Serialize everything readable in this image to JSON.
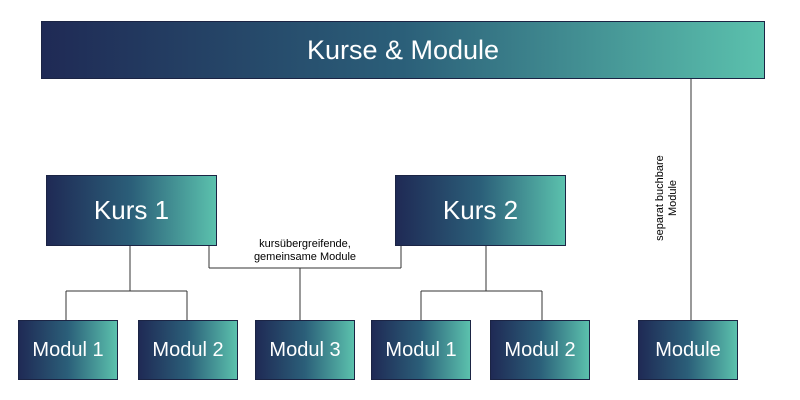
{
  "title": "Kurse & Module",
  "courses": [
    {
      "label": "Kurs 1"
    },
    {
      "label": "Kurs 2"
    }
  ],
  "modules": [
    {
      "label": "Modul 1"
    },
    {
      "label": "Modul 2"
    },
    {
      "label": "Modul 3"
    },
    {
      "label": "Modul 1"
    },
    {
      "label": "Modul 2"
    },
    {
      "label": "Module"
    }
  ],
  "labels": {
    "shared_line1": "kursübergreifende,",
    "shared_line2": "gemeinsame Module",
    "separate_line1": "separat buchbare",
    "separate_line2": "Module"
  },
  "colors": {
    "gradient_start": "#1f2a55",
    "gradient_mid": "#2b5f79",
    "gradient_end": "#5bc1ad",
    "connector": "#333333"
  }
}
